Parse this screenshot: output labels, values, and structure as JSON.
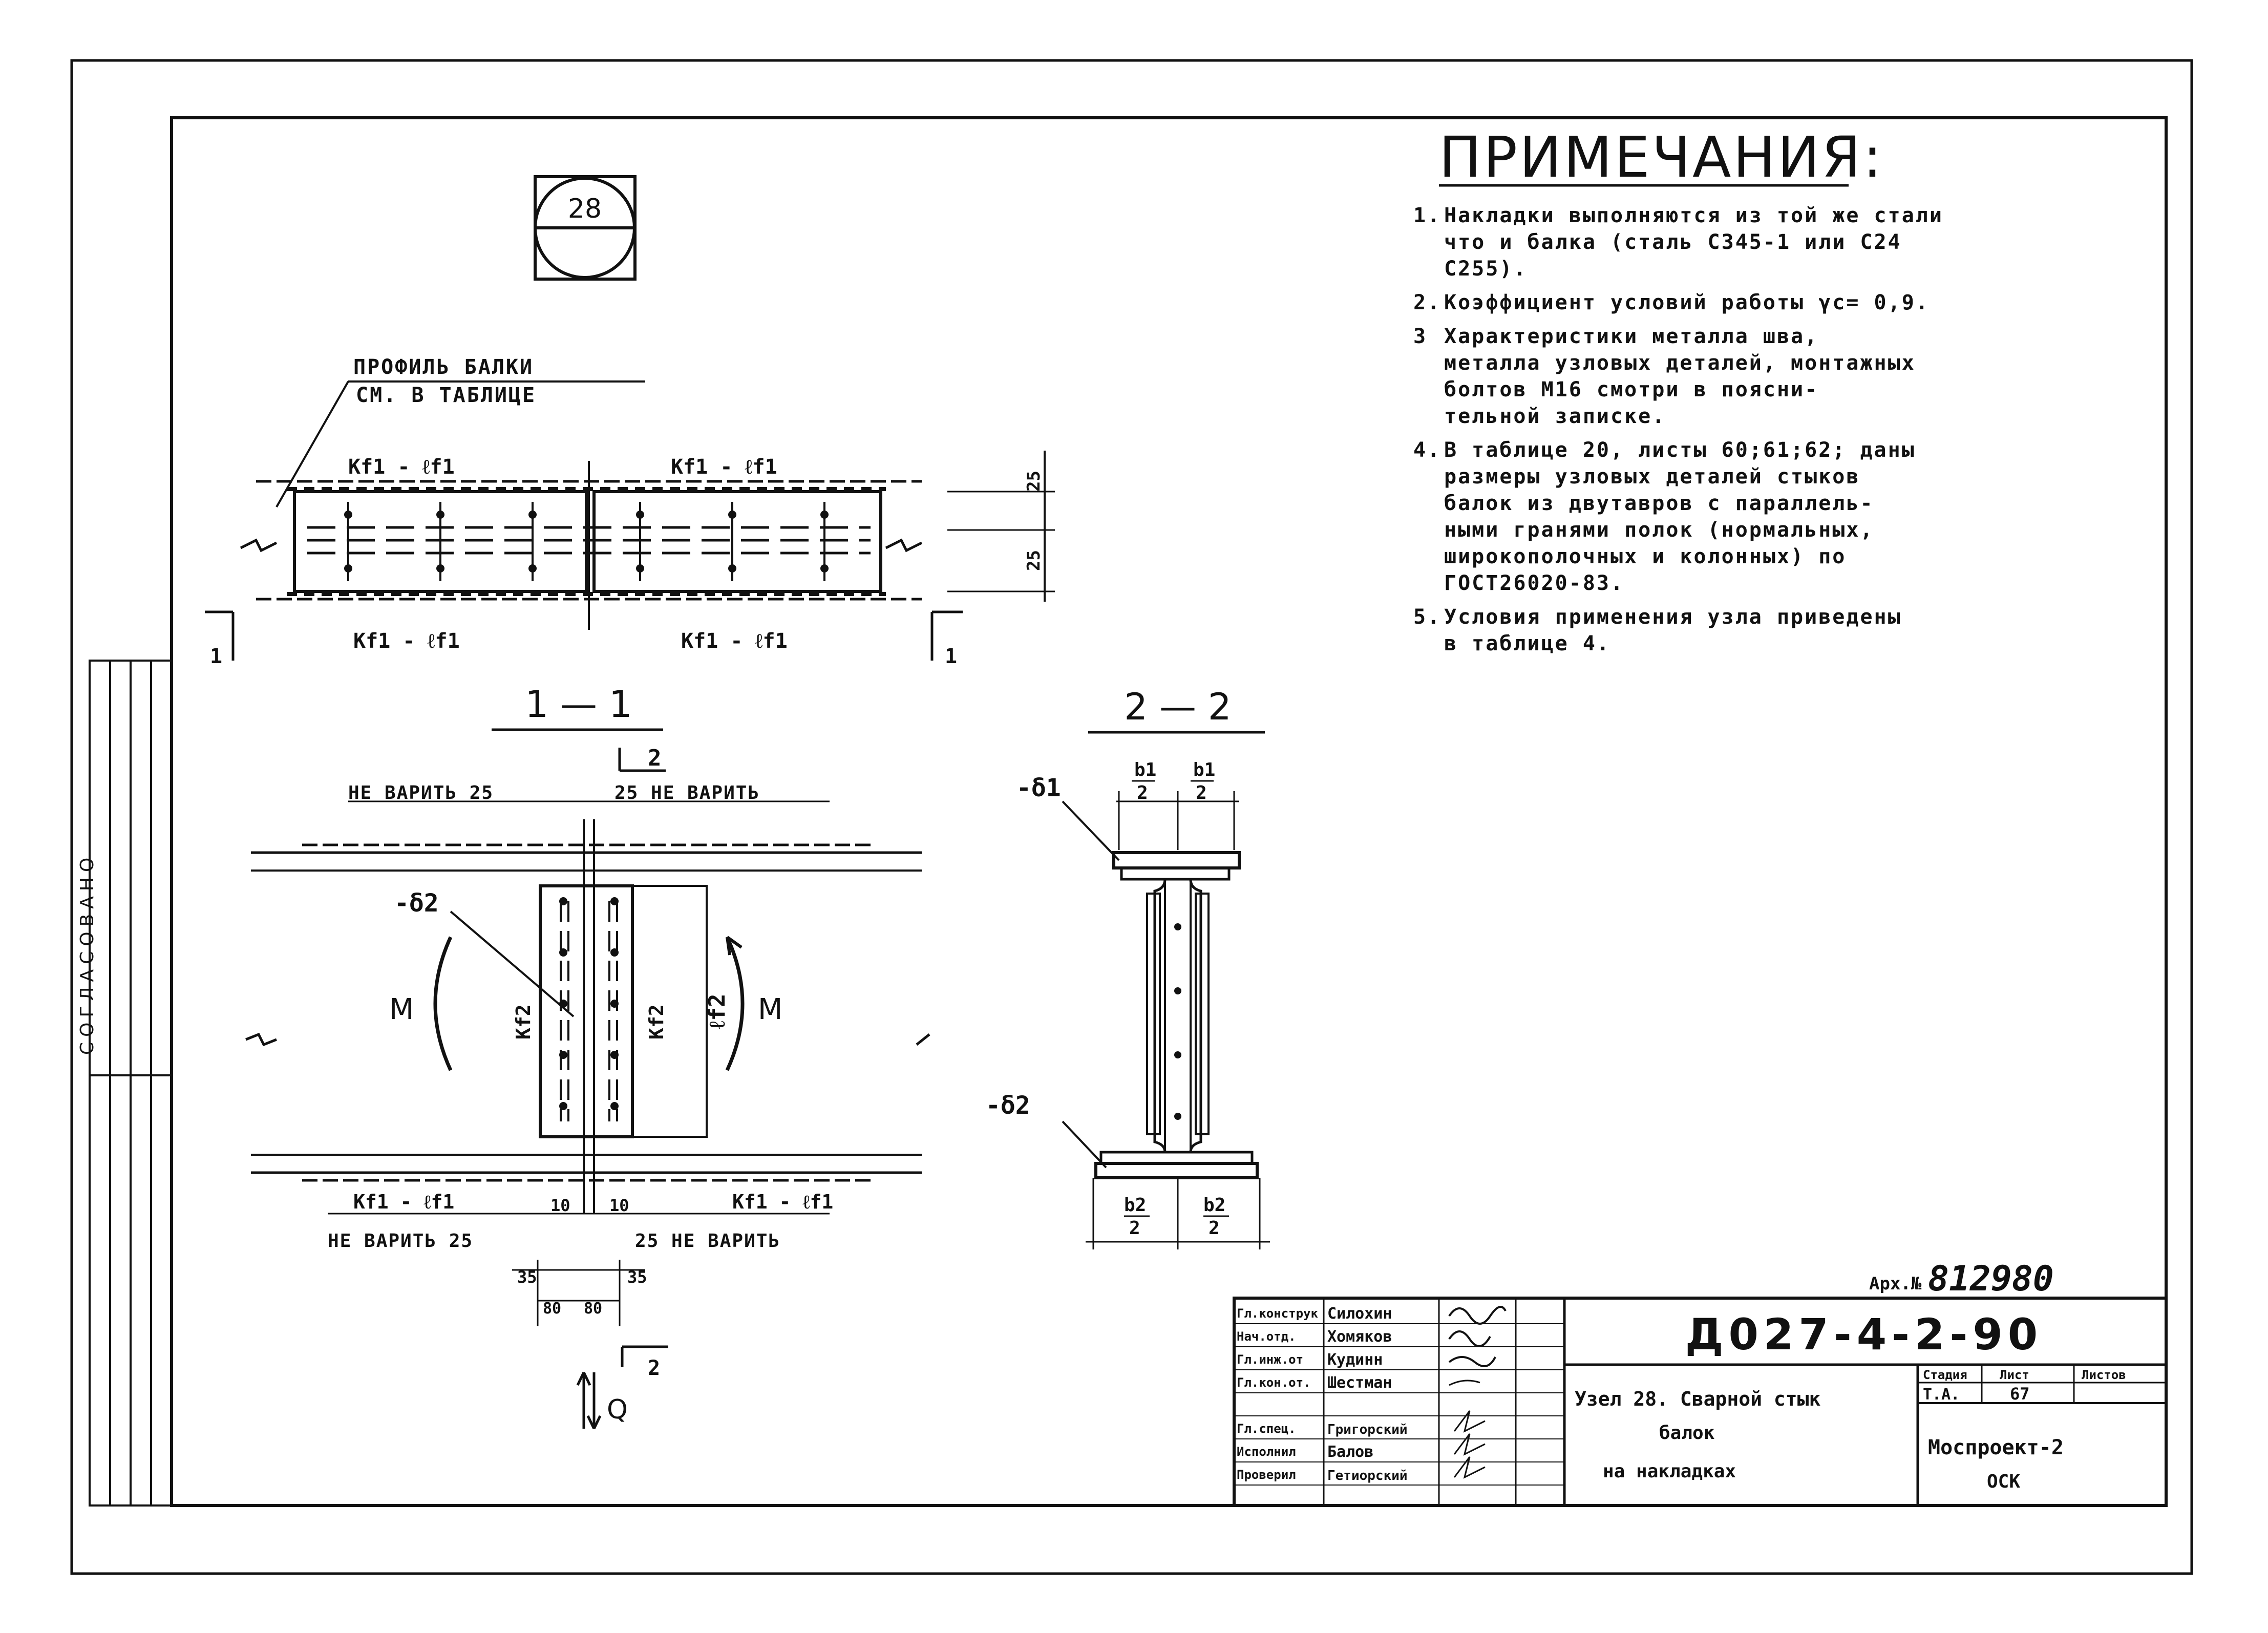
{
  "node_number": "28",
  "notes": {
    "title": "ПРИМЕЧАНИЯ:",
    "items": [
      {
        "num": "1.",
        "lines": [
          "Накладки выполняются из той же стали",
          "что и балка (сталь С345-1 или С24",
          "С255)."
        ]
      },
      {
        "num": "2.",
        "lines": [
          "Коэффициент условий работы γс= 0,9."
        ]
      },
      {
        "num": "3",
        "lines": [
          "Характеристики металла шва,",
          "металла узловых деталей, монтажных",
          "болтов        М16    смотри в поясни-",
          "тельной записке."
        ]
      },
      {
        "num": "4.",
        "lines": [
          "В таблице 20, листы 60;61;62; даны",
          "размеры узловых деталей стыков",
          "балок из двутавров с параллель-",
          "ными гранями полок (нормальных,",
          "широкополочных и колонных)   по",
          "ГОСТ26020-83."
        ]
      },
      {
        "num": "5.",
        "lines": [
          "Условия применения узла приведены",
          "в таблице 4."
        ]
      }
    ]
  },
  "plan_view": {
    "profile_label_1": "ПРОФИЛЬ БАЛКИ",
    "profile_label_2": "СМ. В ТАБЛИЦЕ",
    "weld_top_left": "Kf1 - ℓf1",
    "weld_top_right": "Kf1 - ℓf1",
    "weld_bot_left": "Kf1 - ℓf1",
    "weld_bot_right": "Kf1 - ℓf1",
    "dim_25_top": "25",
    "dim_25_bot": "25",
    "section_mark_left": "1",
    "section_mark_right": "1"
  },
  "section_1_1": {
    "title": "1 — 1",
    "cut_mark": "2",
    "no_weld_left": "НЕ ВАРИТЬ 25",
    "no_weld_right": "25 НЕ ВАРИТЬ",
    "no_weld_left_bot": "НЕ ВАРИТЬ 25",
    "no_weld_right_bot": "25 НЕ ВАРИТЬ",
    "plate_label": "-δ2",
    "moment_left": "M",
    "moment_right": "M",
    "weld_kf2_left": "Kf2",
    "weld_kf2_right": "Kf2",
    "weld_lf2": "ℓf2",
    "weld_bot_left": "Kf1 - ℓf1",
    "weld_bot_right": "Kf1 - ℓf1",
    "dim_10_left": "10",
    "dim_10_right": "10",
    "dim_35_left": "35",
    "dim_35_right": "35",
    "dim_80_left": "80",
    "dim_80_right": "80",
    "shear": "Q",
    "cut_mark_bottom": "2"
  },
  "section_2_2": {
    "title": "2 — 2",
    "top_plate": "-δ1",
    "bot_plate": "-δ2",
    "b1_num": "b1",
    "b1_den": "2",
    "b2_num": "b2",
    "b2_den": "2"
  },
  "stamp": {
    "side_label": "СОГЛАСОВАНО",
    "archive_label": "Арх.№",
    "archive_number": "812980",
    "doc_code": "Д027-4-2-90",
    "title_lines": [
      "Узел 28. Сварной стык",
      "балок",
      "на накладках"
    ],
    "stage_hdr": "Стадия",
    "sheet_hdr": "Лист",
    "sheets_hdr": "Листов",
    "stage_val": "Т.А.",
    "sheet_val": "67",
    "org_lines": [
      "Моспроект-2",
      "ОСК"
    ],
    "roles": [
      {
        "role": "Гл.конструк",
        "name": "Силохин"
      },
      {
        "role": "Нач.отд.",
        "name": "Хомяков"
      },
      {
        "role": "Гл.инж.от",
        "name": "Кудинн"
      },
      {
        "role": "Гл.кон.от.",
        "name": "Шестман"
      },
      {
        "role": "",
        "name": ""
      },
      {
        "role": "Гл.спец.",
        "name": "Григорский"
      },
      {
        "role": "Исполнил",
        "name": "Балов"
      },
      {
        "role": "Проверил",
        "name": "Гетиорский"
      }
    ]
  }
}
